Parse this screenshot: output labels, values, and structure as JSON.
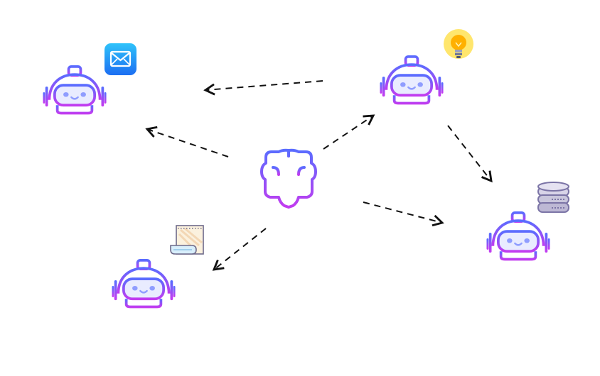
{
  "diagram": {
    "central_node": {
      "icon": "brain-icon"
    },
    "agents": [
      {
        "id": "agent-1",
        "icon": "robot-icon",
        "badge_icon": "mail-icon"
      },
      {
        "id": "agent-2",
        "icon": "robot-icon",
        "badge_icon": "lightbulb-icon"
      },
      {
        "id": "agent-3",
        "icon": "robot-icon",
        "badge_icon": "database-icon"
      },
      {
        "id": "agent-4",
        "icon": "robot-icon",
        "badge_icon": "scroll-icon"
      }
    ],
    "connections": [
      {
        "from": "agent-2",
        "to": "agent-1",
        "style": "dashed"
      },
      {
        "from": "brain",
        "to": "agent-1",
        "style": "dashed"
      },
      {
        "from": "brain",
        "to": "agent-2",
        "style": "dashed"
      },
      {
        "from": "agent-2",
        "to": "agent-3",
        "style": "dashed"
      },
      {
        "from": "brain",
        "to": "agent-3",
        "style": "dashed"
      },
      {
        "from": "brain",
        "to": "agent-4",
        "style": "dashed"
      }
    ],
    "colors": {
      "gradient_top": "#5a6cff",
      "gradient_bottom": "#c23cf0",
      "face_fill": "#e9ecff",
      "eye_color": "#8f9dff",
      "arrow_color": "#111111",
      "mail_blue": "#1f8ef5",
      "bulb_yellow": "#ffd43b",
      "db_lavender": "#c9c6dc"
    }
  }
}
